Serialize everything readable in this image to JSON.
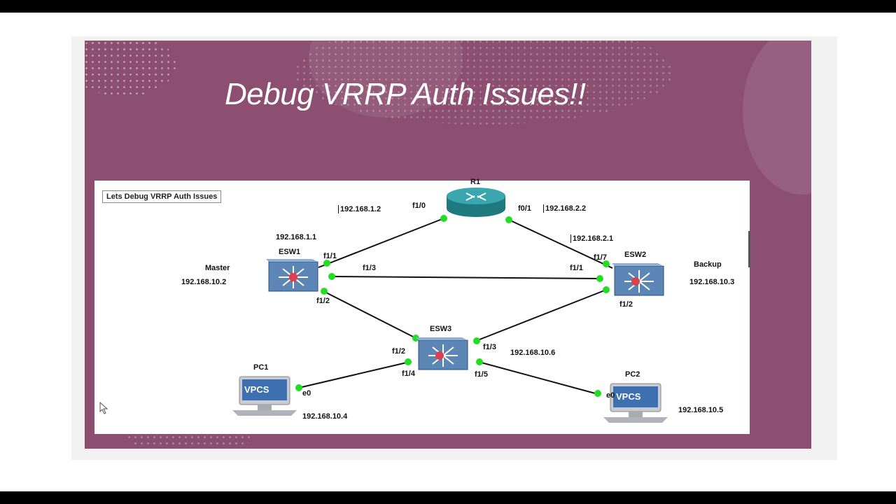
{
  "slide": {
    "title": "Debug VRRP Auth Issues!!",
    "colors": {
      "background": "#8c4f72",
      "link_dot": "#22dd22",
      "line": "#111111"
    }
  },
  "diagram": {
    "caption": "Lets Debug VRRP Auth Issues",
    "devices": {
      "r1": {
        "name": "R1",
        "type": "router-icon"
      },
      "esw1": {
        "name": "ESW1",
        "type": "multilayer-switch-icon",
        "role": "Master",
        "ip": "192.168.10.2"
      },
      "esw2": {
        "name": "ESW2",
        "type": "multilayer-switch-icon",
        "role": "Backup",
        "ip": "192.168.10.3"
      },
      "esw3": {
        "name": "ESW3",
        "type": "multilayer-switch-icon",
        "ip": "192.168.10.6"
      },
      "pc1": {
        "name": "PC1",
        "type": "vpcs-icon",
        "screen_text": "VPCS",
        "ip": "192.168.10.4"
      },
      "pc2": {
        "name": "PC2",
        "type": "vpcs-icon",
        "screen_text": "VPCS",
        "ip": "192.168.10.5"
      }
    },
    "interfaces": {
      "r1_f10": "f1/0",
      "r1_f01": "f0/1",
      "esw1_f11": "f1/1",
      "esw1_f13": "f1/3",
      "esw1_f12": "f1/2",
      "esw2_f17": "f1/7",
      "esw2_f11": "f1/1",
      "esw2_f12": "f1/2",
      "esw3_f12": "f1/2",
      "esw3_f13": "f1/3",
      "esw3_f14": "f1/4",
      "esw3_f15": "f1/5",
      "pc1_e0": "e0",
      "pc2_e0": "e0"
    },
    "addresses": {
      "r1_f10": "192.168.1.2",
      "r1_f01": "192.168.2.2",
      "esw1_f11": "192.168.1.1",
      "esw2_f17": "192.168.2.1"
    }
  }
}
